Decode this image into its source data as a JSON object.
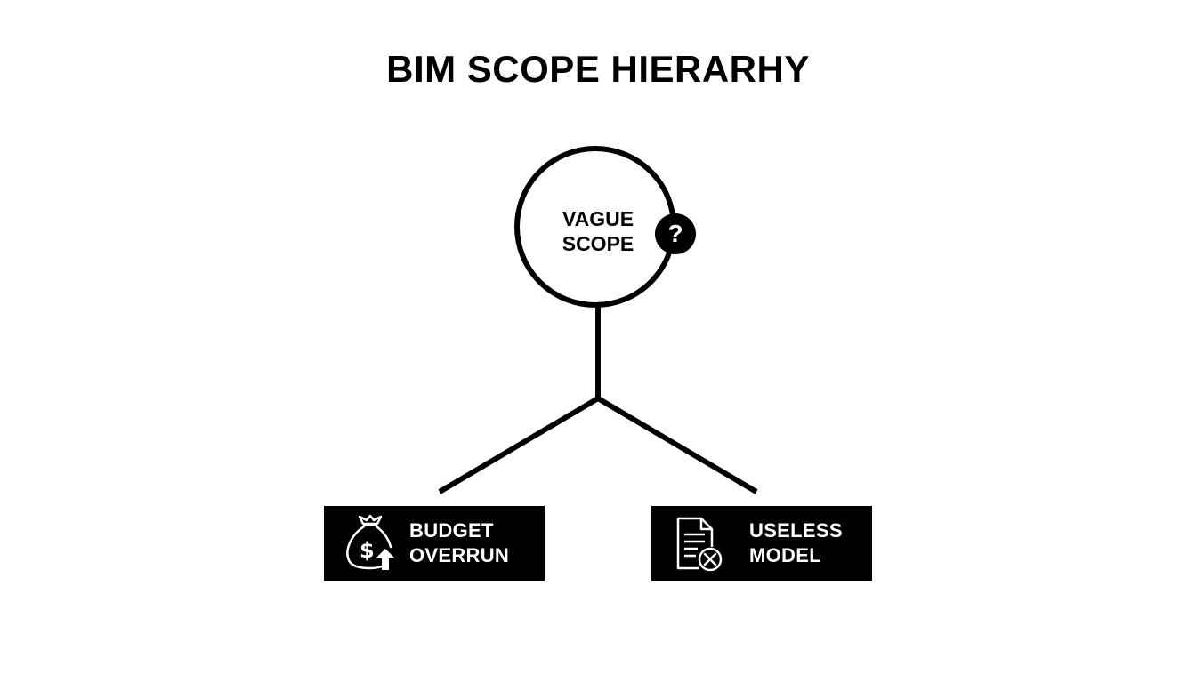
{
  "title": "BIM SCOPE HIERARHY",
  "root": {
    "line1": "VAGUE",
    "line2": "SCOPE",
    "badge": "?",
    "badge_icon": "question-mark-icon"
  },
  "outcomes": [
    {
      "line1": "BUDGET",
      "line2": "OVERRUN",
      "icon": "money-bag-arrow-up-icon"
    },
    {
      "line1": "USELESS",
      "line2": "MODEL",
      "icon": "document-rejected-icon"
    }
  ],
  "colors": {
    "foreground": "#000000",
    "background": "#ffffff"
  }
}
